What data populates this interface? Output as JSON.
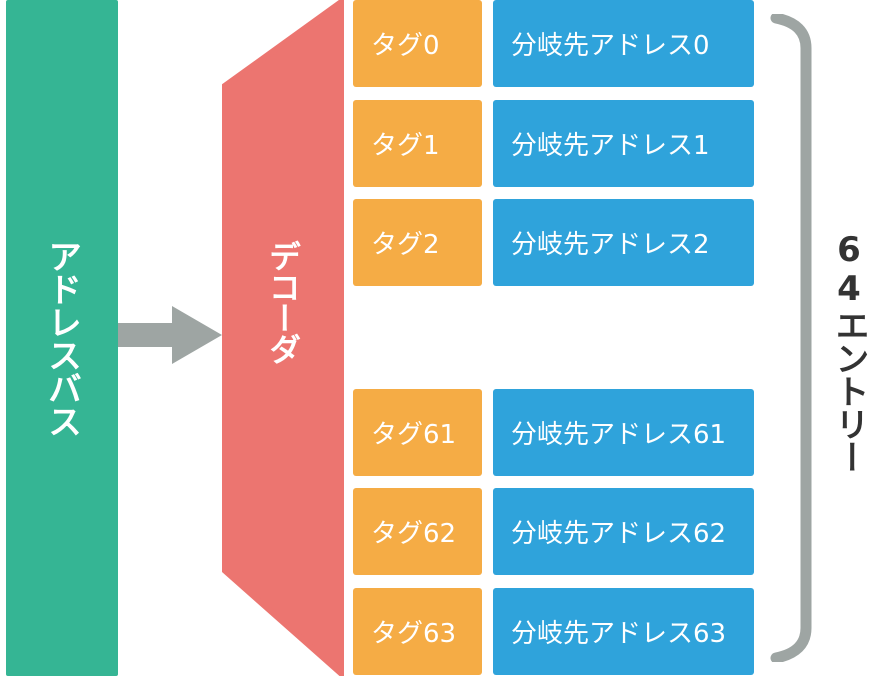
{
  "diagram": {
    "address_bus_label": "アドレスバス",
    "decoder_label": "デコーダ",
    "entries_label": "64エントリー",
    "rows": [
      {
        "tag": "タグ0",
        "address": "分岐先アドレス0"
      },
      {
        "tag": "タグ1",
        "address": "分岐先アドレス1"
      },
      {
        "tag": "タグ2",
        "address": "分岐先アドレス2"
      },
      {
        "tag": "タグ61",
        "address": "分岐先アドレス61"
      },
      {
        "tag": "タグ62",
        "address": "分岐先アドレス62"
      },
      {
        "tag": "タグ63",
        "address": "分岐先アドレス63"
      }
    ],
    "colors": {
      "address_bus": "#35b594",
      "decoder": "#ec7570",
      "tag": "#f5ac45",
      "address": "#2fa3db",
      "arrow": "#9ea5a3",
      "brace": "#9ea5a3",
      "entries_text": "#333333"
    }
  }
}
